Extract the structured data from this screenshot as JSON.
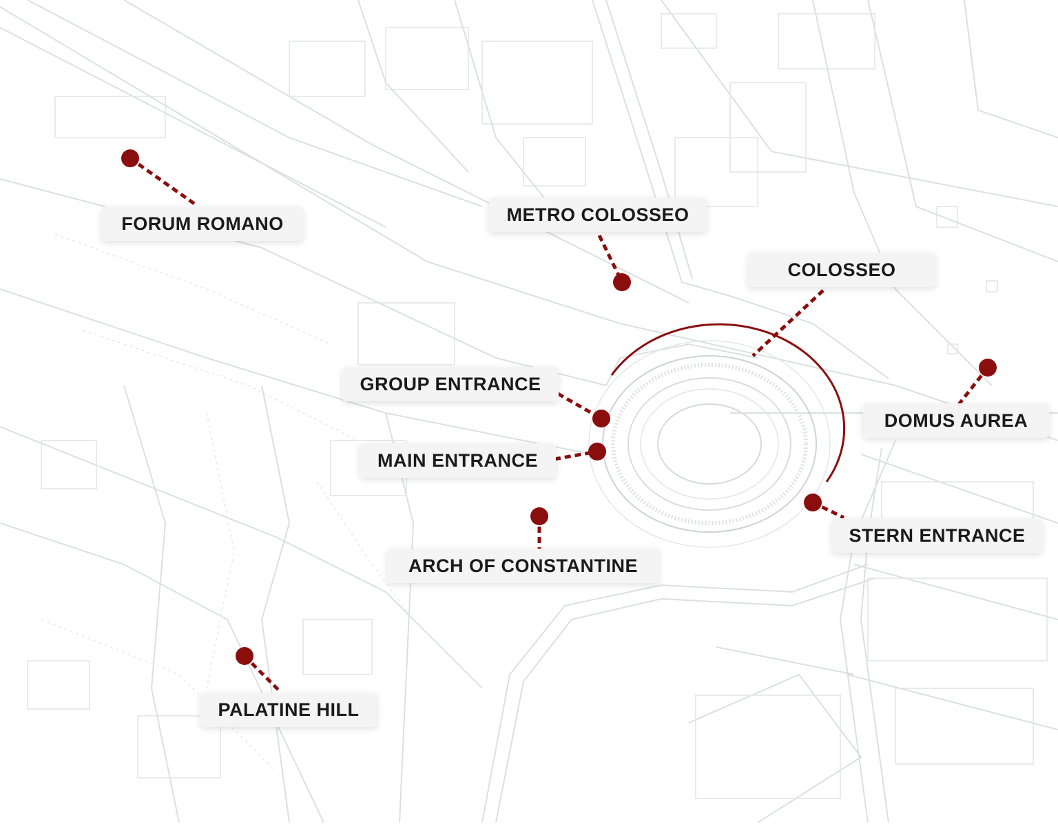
{
  "map": {
    "pin_color": "#8b0e0e",
    "street_color": "#d9dcdd",
    "labels": {
      "forum_romano": "FORUM ROMANO",
      "metro_colosseo": "METRO COLOSSEO",
      "colosseo": "COLOSSEO",
      "group_entrance": "GROUP ENTRANCE",
      "main_entrance": "MAIN ENTRANCE",
      "domus_aurea": "DOMUS AUREA",
      "stern_entrance": "STERN ENTRANCE",
      "arch_of_constantine": "ARCH OF CONSTANTINE",
      "palatine_hill": "PALATINE HILL"
    }
  }
}
